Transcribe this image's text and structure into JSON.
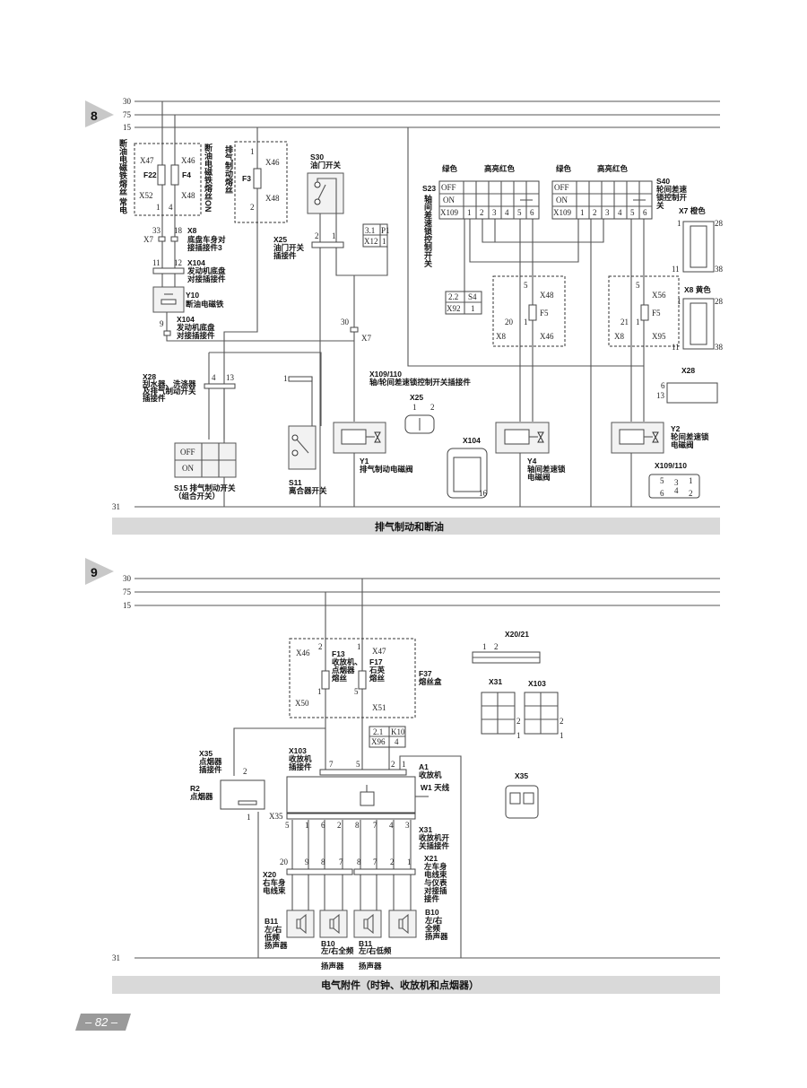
{
  "page_number": "– 82 –",
  "s8": {
    "badge": "8",
    "bus": {
      "b30": "30",
      "b75": "75",
      "b15": "15",
      "b31": "31"
    },
    "title": "排气制动和断油",
    "fuse_box_a": {
      "label_left": "断油电磁铁熔丝 常电",
      "label_right": "断油电磁铁熔丝ON",
      "x47": "X47",
      "x46": "X46",
      "f22": "F22",
      "f4": "F4",
      "x52": "X52",
      "x48": "X48",
      "p1": "1",
      "p4": "4"
    },
    "fuse_box_b": {
      "label": "排气制动熔丝",
      "p1": "1",
      "x46": "X46",
      "f3": "F3",
      "x48": "X48",
      "p2": "2"
    },
    "x8": {
      "p33": "33",
      "p18": "18",
      "x7": "X7",
      "code": "X8",
      "desc1": "底盘车身对",
      "desc2": "接插接件3"
    },
    "x104a": {
      "p11": "11",
      "p12": "12",
      "code": "X104",
      "desc1": "发动机底盘",
      "desc2": "对接插接件"
    },
    "y10": {
      "code": "Y10",
      "desc": "断油电磁铁"
    },
    "x104b": {
      "p9": "9",
      "code": "X104",
      "desc1": "发动机底盘",
      "desc2": "对接插接件"
    },
    "s30": {
      "code": "S30",
      "desc": "油门开关"
    },
    "x25": {
      "p2": "2",
      "p1": "1",
      "code": "X25",
      "desc1": "油门开关",
      "desc2": "插接件"
    },
    "ref_x12": {
      "r1c1": "3.1",
      "r1c2": "P1",
      "r2c1": "X12",
      "r2c2": "1"
    },
    "x7": {
      "p30": "30",
      "code": "X7"
    },
    "x28": {
      "code": "X28",
      "desc1": "刮水器、洗涤器",
      "desc2": "及排气制动开关",
      "desc3": "插接件",
      "p4": "4",
      "p13": "13"
    },
    "s11": {
      "p1": "1",
      "code": "S11",
      "desc": "离合器开关"
    },
    "s15": {
      "off": "OFF",
      "on": "ON",
      "desc1": "S15 排气制动开关",
      "desc2": "（组合开关）"
    },
    "y1": {
      "code": "Y1",
      "desc": "排气制动电磁阀"
    },
    "x109_label": {
      "code": "X109/110",
      "desc": "轴/轮间差速锁控制开关插接件"
    },
    "s23": {
      "code": "S23",
      "desc": "轴间差速锁控制开关",
      "green": "绿色",
      "red": "高亮红色",
      "rows": [
        "OFF",
        "ON",
        "X109"
      ],
      "pins": [
        "1",
        "2",
        "3",
        "4",
        "5",
        "6"
      ]
    },
    "s40": {
      "code": "S40",
      "desc1": "轮间差速",
      "desc2": "锁控制开",
      "desc3": "关",
      "green": "绿色",
      "red": "高亮红色",
      "rows": [
        "OFF",
        "ON",
        "X109"
      ],
      "pins": [
        "1",
        "2",
        "3",
        "4",
        "5",
        "6"
      ]
    },
    "ref_x92": {
      "r1c1": "2.2",
      "r1c2": "S4",
      "r2c1": "X92",
      "r2c2": "1"
    },
    "fuse_f5a": {
      "p5": "5",
      "x48": "X48",
      "f5": "F5",
      "p20": "20",
      "p1": "1",
      "x8": "X8",
      "x46": "X46"
    },
    "fuse_f5b": {
      "p5": "5",
      "x56": "X56",
      "f5": "F5",
      "p21": "21",
      "p1": "1",
      "x8": "X8",
      "x95": "X95"
    },
    "conn_x7": {
      "title": "X7  橙色",
      "p1": "1",
      "p28": "28",
      "p11": "11",
      "p38": "38"
    },
    "conn_x8": {
      "title": "X8  黄色",
      "p1": "1",
      "p28": "28",
      "p11": "11",
      "p38": "38"
    },
    "conn_x28": {
      "title": "X28",
      "p6": "6",
      "p13": "13"
    },
    "conn_x25": {
      "title": "X25",
      "p1": "1",
      "p2": "2"
    },
    "conn_x104": {
      "title": "X104",
      "p16": "16"
    },
    "conn_x109": {
      "title": "X109/110",
      "pins": [
        "5",
        "3",
        "1",
        "6",
        "4",
        "2"
      ]
    },
    "y4": {
      "code": "Y4",
      "desc1": "轴间差速锁",
      "desc2": "电磁阀"
    },
    "y2": {
      "code": "Y2",
      "desc1": "轮间差速锁",
      "desc2": "电磁阀"
    }
  },
  "s9": {
    "badge": "9",
    "bus": {
      "b30": "30",
      "b75": "75",
      "b15": "15",
      "b31": "31"
    },
    "title": "电气附件（时钟、收放机和点烟器）",
    "f37": {
      "p2": "2",
      "x46": "X46",
      "f13": "F13",
      "f13_desc1": "收放机、",
      "f13_desc2": "点烟器",
      "f13_desc3": "熔丝",
      "p1a": "1",
      "x47": "X47",
      "f17": "F17",
      "f17_desc1": "石英",
      "f17_desc2": "熔丝",
      "p1b": "1",
      "x50": "X50",
      "p5": "5",
      "x51": "X51",
      "code": "F37",
      "desc": "熔丝盒"
    },
    "ref_x96": {
      "r1c1": "2.1",
      "r1c2": "K10",
      "r2c1": "X96",
      "r2c2": "4"
    },
    "x35": {
      "code": "X35",
      "desc1": "点烟器",
      "desc2": "插接件",
      "p2": "2",
      "p1": "1"
    },
    "r2": {
      "code": "R2",
      "desc": "点烟器"
    },
    "x103": {
      "code": "X103",
      "desc1": "收放机",
      "desc2": "插接件",
      "pins": [
        "7",
        "5",
        "2",
        "1"
      ]
    },
    "a1": {
      "code": "A1",
      "desc": "收放机",
      "antenna": "W1 天线"
    },
    "x31": {
      "x35": "X35",
      "pins": [
        "5",
        "1",
        "6",
        "2",
        "8",
        "7",
        "4",
        "3"
      ],
      "code": "X31",
      "desc1": "收放机开",
      "desc2": "关插接件"
    },
    "x20": {
      "pins": [
        "20",
        "9",
        "8",
        "7",
        "8",
        "7",
        "2",
        "1"
      ],
      "code": "X20",
      "desc1": "右车身",
      "desc2": "电线束"
    },
    "x21": {
      "code": "X21",
      "desc1": "左车身",
      "desc2": "电线束",
      "desc3": "与仪表",
      "desc4": "对接插",
      "desc5": "接件"
    },
    "b11a": {
      "code": "B11",
      "desc1": "左/右",
      "desc2": "低频",
      "desc3": "扬声器"
    },
    "b10a": {
      "code": "B10",
      "desc1": "左/右全频",
      "desc2": "扬声器"
    },
    "b11b": {
      "code": "B11",
      "desc1": "左/右低频",
      "desc2": "扬声器"
    },
    "b10b": {
      "code": "B10",
      "desc1": "左/右",
      "desc2": "全频",
      "desc3": "扬声器"
    },
    "conn_x2021": {
      "title": "X20/21",
      "p1": "1",
      "p2": "2"
    },
    "conn_x31": {
      "title": "X31",
      "p2": "2",
      "p1": "1"
    },
    "conn_x103": {
      "title": "X103",
      "p2": "2",
      "p1": "1"
    },
    "conn_x35": {
      "title": "X35"
    }
  }
}
